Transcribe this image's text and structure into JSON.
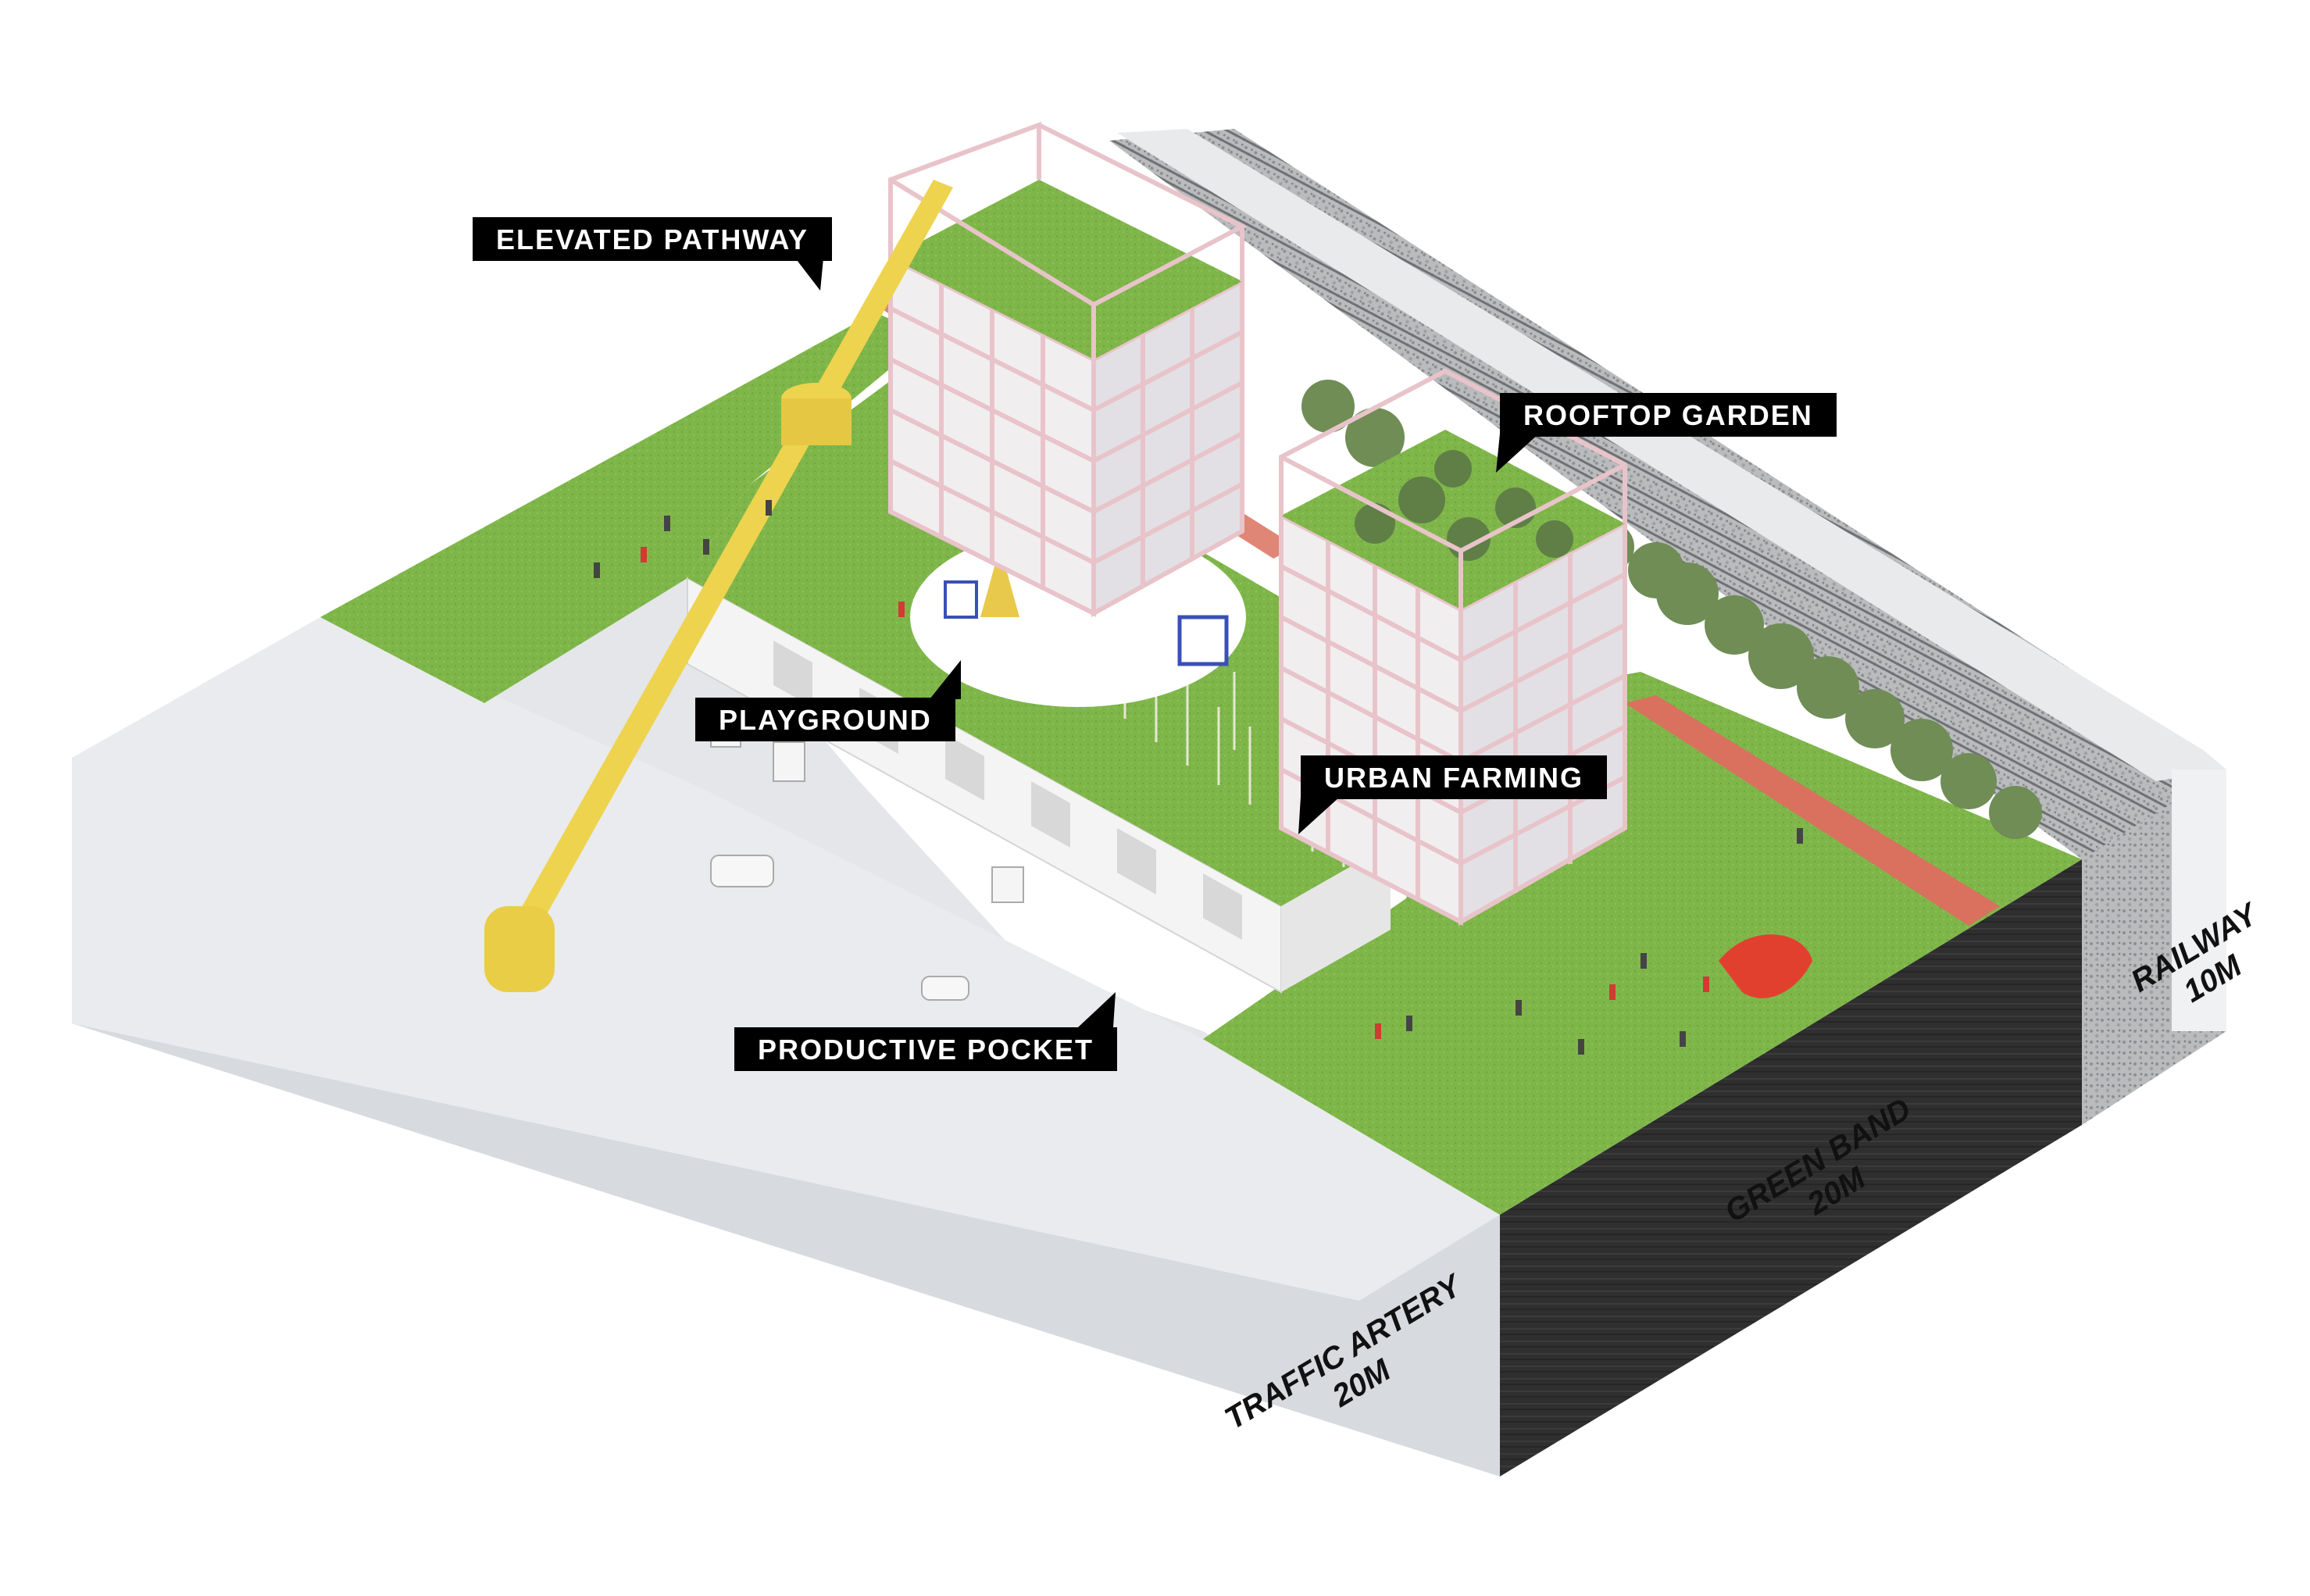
{
  "labels": {
    "elevated_pathway": "ELEVATED PATHWAY",
    "rooftop_garden": "ROOFTOP GARDEN",
    "playground": "PLAYGROUND",
    "urban_farming": "URBAN FARMING",
    "productive_pocket": "PRODUCTIVE POCKET"
  },
  "dimensions": {
    "traffic_artery": {
      "name": "TRAFFIC ARTERY",
      "width": "20M"
    },
    "green_band": {
      "name": "GREEN BAND",
      "width": "20M"
    },
    "railway": {
      "name": "RAILWAY",
      "width": "10M"
    }
  },
  "colors": {
    "grass": "#7fb64a",
    "grass_dark": "#5e9636",
    "concrete": "#e4e6e9",
    "concrete_side": "#cfd3d8",
    "soil_side": "#2e2e2e",
    "pathway_yellow": "#eed34e",
    "running_track": "#d9715e",
    "building_frame": "#e8c4ca",
    "sculpture_red": "#e2402e",
    "trees": "#6f8d55",
    "label_bg": "#000000",
    "label_text": "#ffffff"
  }
}
